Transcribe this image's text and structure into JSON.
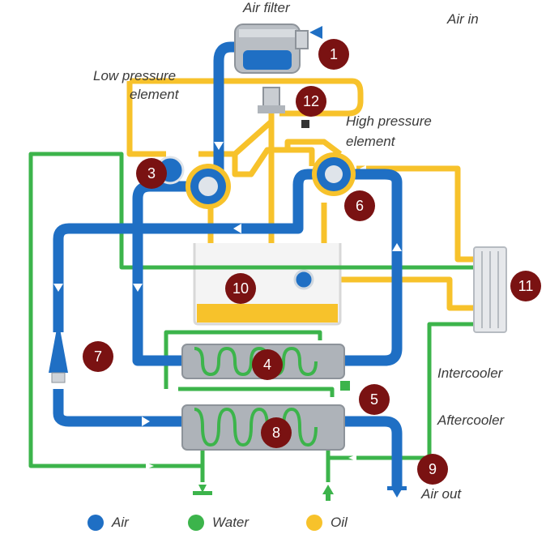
{
  "labels": {
    "air_filter": "Air filter",
    "air_in": "Air in",
    "low_pressure": "Low pressure",
    "low_pressure_2": "element",
    "high_pressure": "High pressure",
    "high_pressure_2": "element",
    "intercooler": "Intercooler",
    "aftercooler": "Aftercooler",
    "air_out": "Air out"
  },
  "badges": [
    "1",
    "12",
    "3",
    "6",
    "10",
    "11",
    "7",
    "4",
    "5",
    "8",
    "9"
  ],
  "legend": [
    {
      "label": "Air",
      "color": "#1f6fc4"
    },
    {
      "label": "Water",
      "color": "#3cb44b"
    },
    {
      "label": "Oil",
      "color": "#f7c22b"
    }
  ],
  "colors": {
    "air": "#1f6fc4",
    "water": "#3cb44b",
    "oil": "#f7c22b",
    "badge": "#7a1212"
  }
}
